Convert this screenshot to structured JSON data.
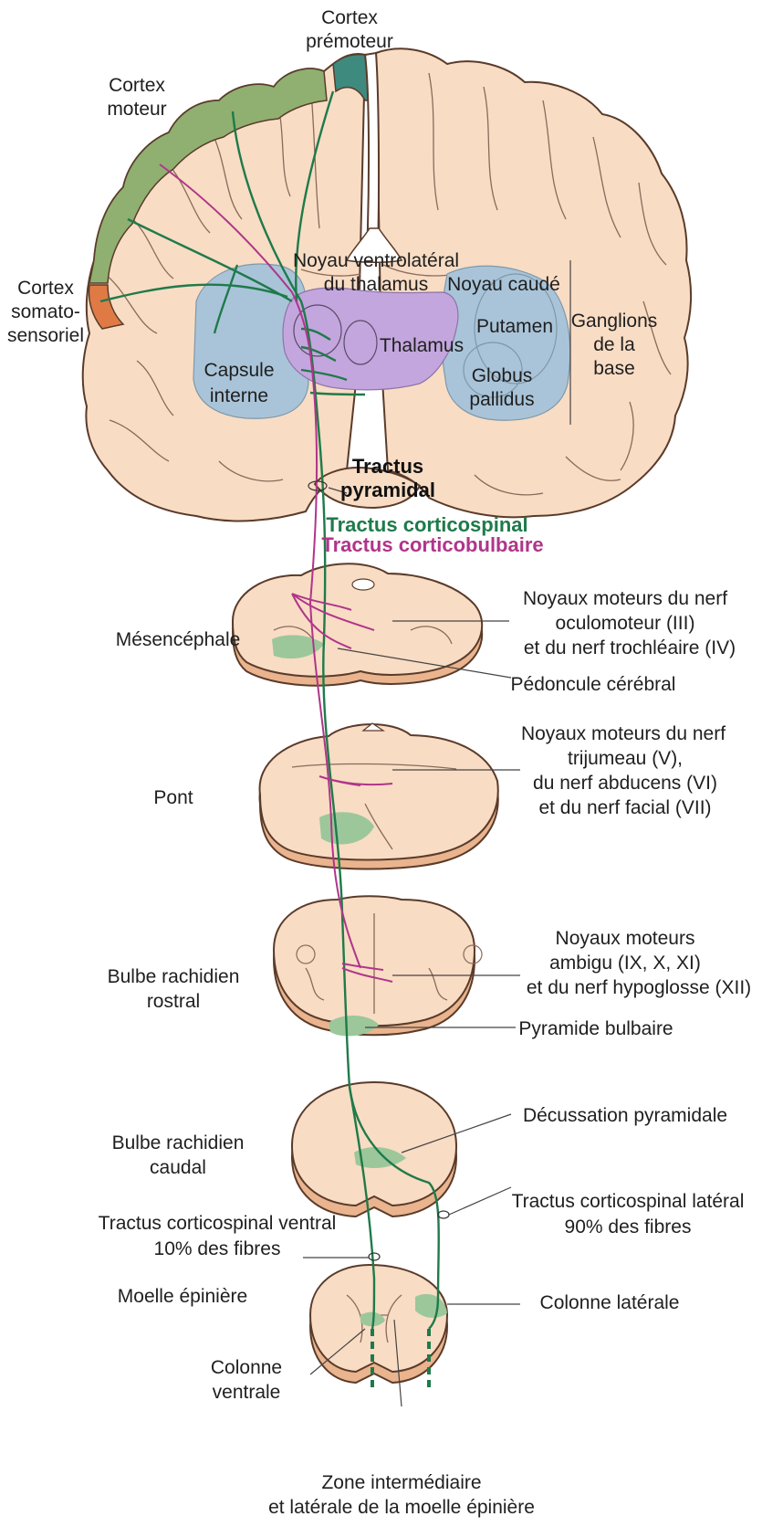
{
  "colors": {
    "tissue": "#f8dcc4",
    "tissue_edge": "#e9b48e",
    "motor_cortex": "#8fb070",
    "premotor_cortex": "#3e8a7e",
    "somatosensory": "#e07a45",
    "basal_ganglia": "#a9c4d8",
    "thalamus": "#c3a6dd",
    "corticospinal": "#1f7a4a",
    "corticobulbar": "#b0358a",
    "tract_patch": "#9cc79a"
  },
  "labels": {
    "cortex_premoteur": [
      "Cortex",
      "prémoteur"
    ],
    "cortex_moteur": [
      "Cortex",
      "moteur"
    ],
    "cortex_somatosensoriel": [
      "Cortex",
      "somato-",
      "sensoriel"
    ],
    "noyau_ventrolateral": [
      "Noyau ventrolatéral",
      "du thalamus"
    ],
    "noyau_caude": "Noyau caudé",
    "thalamus": "Thalamus",
    "putamen": "Putamen",
    "ganglions": [
      "Ganglions",
      "de la",
      "base"
    ],
    "capsule_interne": [
      "Capsule",
      "interne"
    ],
    "globus_pallidus": [
      "Globus",
      "pallidus"
    ],
    "tractus_pyramidal": [
      "Tractus",
      "pyramidal"
    ],
    "legend_corticospinal": "Tractus corticospinal",
    "legend_corticobulbaire": "Tractus corticobulbaire",
    "mesencephale": "Mésencéphale",
    "noyaux_oculomoteur": [
      "Noyaux moteurs du nerf",
      "oculomoteur (III)",
      "et du nerf trochléaire (IV)"
    ],
    "pedoncule": "Pédoncule cérébral",
    "pont": "Pont",
    "noyaux_trijumeau": [
      "Noyaux moteurs du nerf",
      "trijumeau (V),",
      "du nerf abducens (VI)",
      "et du nerf facial (VII)"
    ],
    "bulbe_rostral": [
      "Bulbe rachidien",
      "rostral"
    ],
    "noyaux_ambigu": [
      "Noyaux moteurs",
      "ambigu (IX, X, XI)",
      "et du nerf hypoglosse (XII)"
    ],
    "pyramide_bulbaire": "Pyramide bulbaire",
    "bulbe_caudal": [
      "Bulbe rachidien",
      "caudal"
    ],
    "decussation": "Décussation pyramidale",
    "cs_lateral": [
      "Tractus corticospinal latéral",
      "90% des fibres"
    ],
    "cs_ventral": [
      "Tractus corticospinal ventral",
      "10% des fibres"
    ],
    "moelle": "Moelle épinière",
    "colonne_laterale": "Colonne latérale",
    "colonne_ventrale": [
      "Colonne",
      "ventrale"
    ],
    "zone_intermediaire": [
      "Zone intermédiaire",
      "et latérale de la moelle épinière"
    ]
  }
}
